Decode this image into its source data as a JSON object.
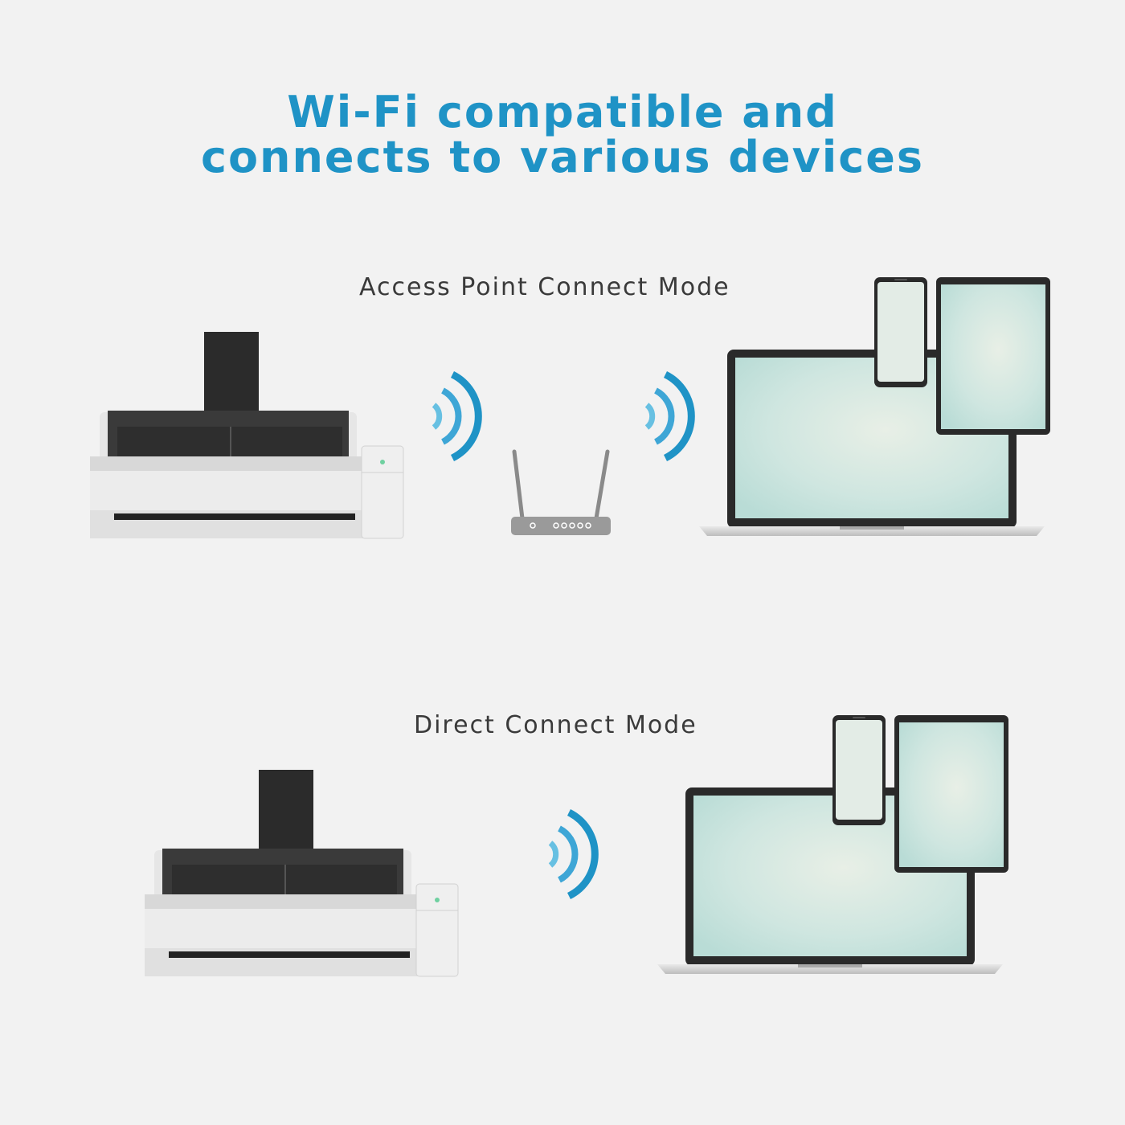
{
  "headline": {
    "line1": "Wi-Fi compatible and",
    "line2": "connects to various devices"
  },
  "modes": [
    {
      "label": "Access Point Connect Mode"
    },
    {
      "label": "Direct Connect Mode"
    }
  ],
  "colors": {
    "accent": "#1f93c6",
    "background": "#f2f2f2",
    "label_text": "#3a3a3a",
    "screen": "#cfe5e0"
  }
}
